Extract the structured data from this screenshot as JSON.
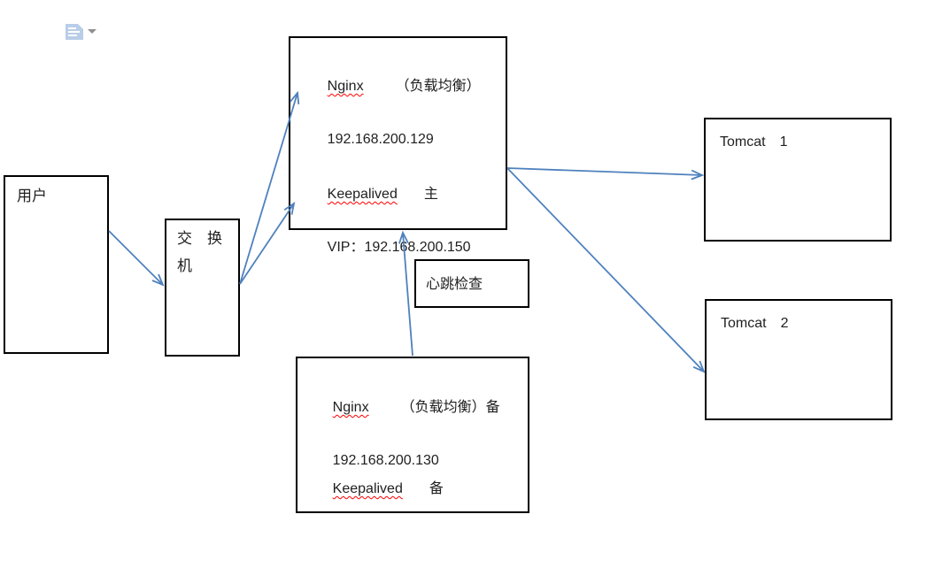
{
  "colors": {
    "arrow": "#4f81bd",
    "border": "#000000",
    "text": "#1f1f1f",
    "spellcheck": "#ff0000",
    "paste_icon": "#b9cde8",
    "caret": "#8f8f8f"
  },
  "toolbar": {
    "paste_options_icon": "clipboard-paste-icon",
    "dropdown_icon": "caret-down-icon"
  },
  "diagram": {
    "user": {
      "label": "用户"
    },
    "switch": {
      "line1": "交　换",
      "line2": "机"
    },
    "nginx_master": {
      "name": "Nginx",
      "name_suffix": "（负载均衡）",
      "ip": "192.168.200.129",
      "keepalived": "Keepalived",
      "keepalived_role": "主",
      "vip": "VIP：192.168.200.150"
    },
    "heartbeat": {
      "label": "心跳检查"
    },
    "nginx_backup": {
      "name": "Nginx",
      "name_suffix": "（负载均衡）备",
      "ip": "192.168.200.130",
      "keepalived": "Keepalived",
      "keepalived_role": "备"
    },
    "tomcat1": {
      "label": "Tomcat　1"
    },
    "tomcat2": {
      "label": "Tomcat　2"
    }
  }
}
